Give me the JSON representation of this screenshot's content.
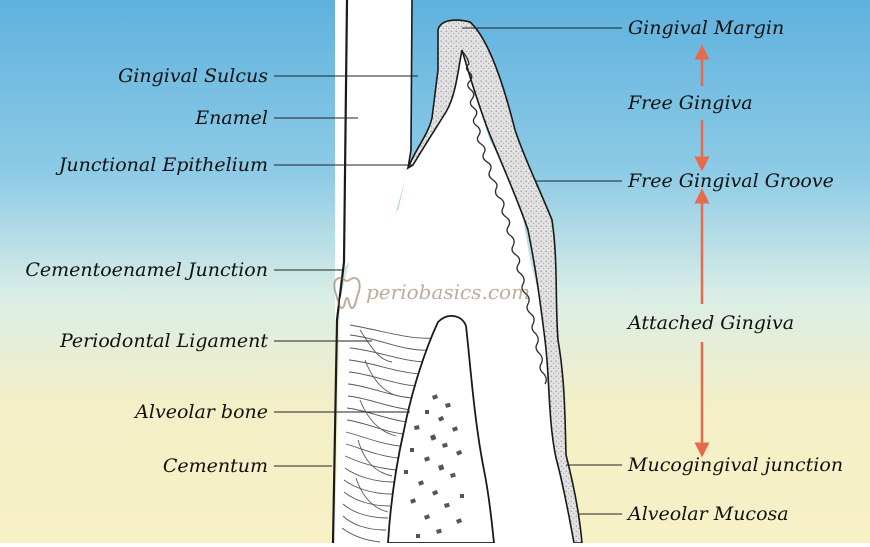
{
  "labels_left": {
    "gingival_sulcus": "Gingival Sulcus",
    "enamel": "Enamel",
    "junctional_epithelium": "Junctional Epithelium",
    "cementoenamel_junction": "Cementoenamel Junction",
    "periodontal_ligament": "Periodontal Ligament",
    "alveolar_bone": "Alveolar bone",
    "cementum": "Cementum"
  },
  "labels_right": {
    "gingival_margin": "Gingival Margin",
    "free_gingiva": "Free Gingiva",
    "free_gingival_groove": "Free Gingival Groove",
    "attached_gingiva": "Attached Gingiva",
    "mucogingival_junction": "Mucogingival junction",
    "alveolar_mucosa": "Alveolar Mucosa"
  },
  "watermark": "periobasics.com",
  "colors": {
    "sky_top": "#63b3dd",
    "sky_mid": "#cfe6ee",
    "sky_bottom": "#f6efc2",
    "arrow": "#e86a4c",
    "gingiva_stipple": "#bdbdbd"
  }
}
